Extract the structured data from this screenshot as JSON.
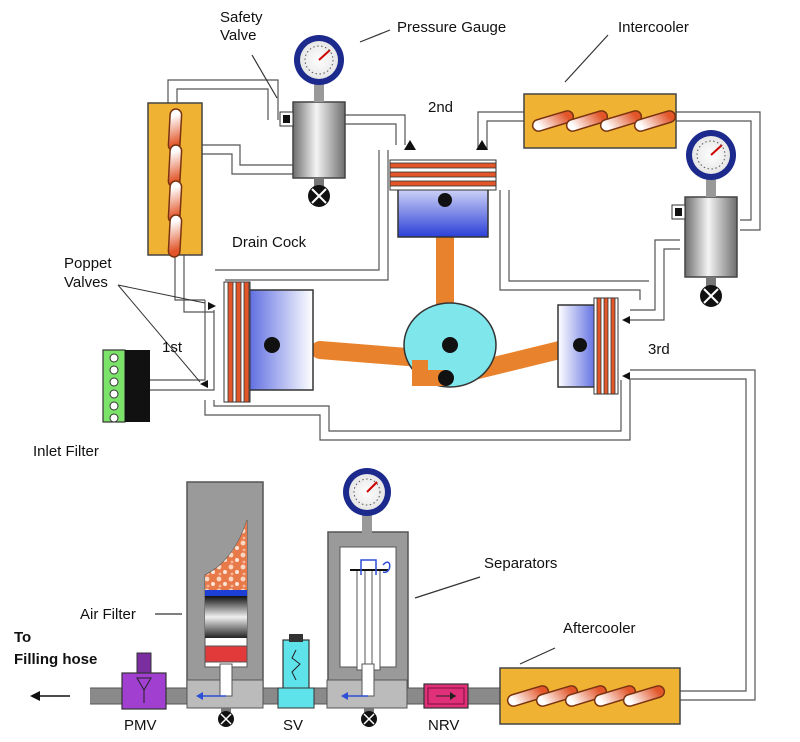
{
  "labels": {
    "safety_valve_line1": "Safety",
    "safety_valve_line2": "Valve",
    "pressure_gauge": "Pressure Gauge",
    "intercooler": "Intercooler",
    "second_stage": "2nd",
    "drain_cock": "Drain Cock",
    "poppet_valves_line1": "Poppet",
    "poppet_valves_line2": "Valves",
    "first_stage": "1st",
    "third_stage": "3rd",
    "inlet_filter": "Inlet Filter",
    "separators": "Separators",
    "air_filter": "Air Filter",
    "aftercooler": "Aftercooler",
    "to_line1": "To",
    "to_line2": "Filling hose",
    "pmv": "PMV",
    "sv": "SV",
    "nrv": "NRV"
  },
  "colors": {
    "cooler_fill": "#f0b232",
    "cooler_coil": "#e2562a",
    "piston_blue": "#2f3fd6",
    "crank_cyan": "#7fe6ec",
    "rod_orange": "#e9822c",
    "pipe_gray": "#8a8a8a",
    "pmv_purple": "#a13fd0",
    "sv_cyan": "#5fe3ea",
    "nrv_pink": "#e0307a",
    "filter_green": "#7be26a",
    "gauge_ring": "#1b2a8c"
  }
}
